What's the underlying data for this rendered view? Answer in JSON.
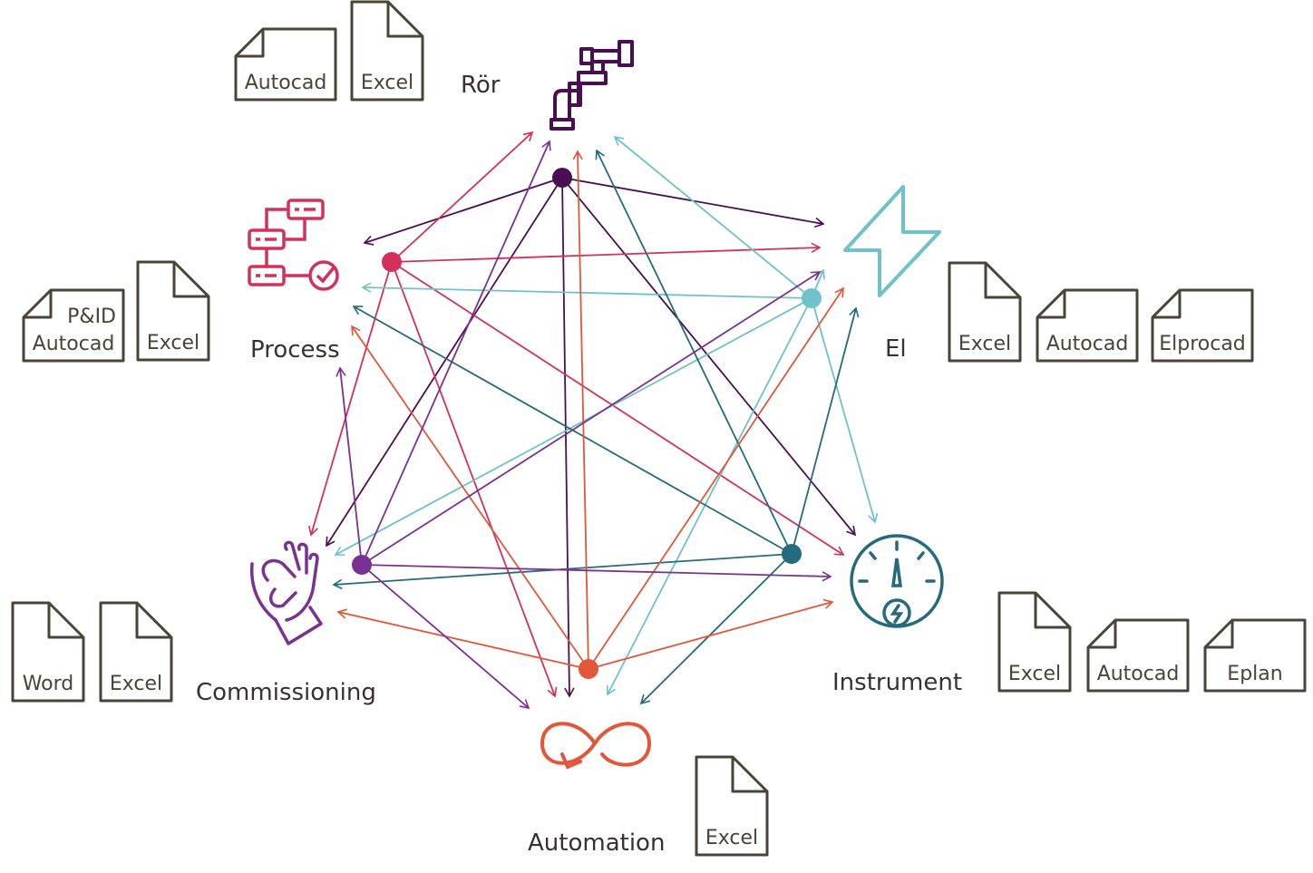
{
  "disciplines": {
    "ror": {
      "label": "Rör",
      "color": "#4a0f52"
    },
    "process": {
      "label": "Process",
      "color": "#d4305c"
    },
    "el": {
      "label": "El",
      "color": "#6fc3c8"
    },
    "instrument": {
      "label": "Instrument",
      "color": "#236b7d"
    },
    "automation": {
      "label": "Automation",
      "color": "#e2573a"
    },
    "commissioning": {
      "label": "Commissioning",
      "color": "#7a3192"
    }
  },
  "label_color": "#3a3030",
  "document_color": "#4a4436",
  "documents": {
    "ror": [
      {
        "text": "Autocad",
        "shape": "folded"
      },
      {
        "text": "Excel",
        "shape": "page"
      }
    ],
    "process": [
      {
        "text": "P&ID",
        "text2": "Autocad",
        "shape": "folded"
      },
      {
        "text": "Excel",
        "shape": "page"
      }
    ],
    "el": [
      {
        "text": "Excel",
        "shape": "page"
      },
      {
        "text": "Autocad",
        "shape": "folded"
      },
      {
        "text": "Elprocad",
        "shape": "folded"
      }
    ],
    "instrument": [
      {
        "text": "Excel",
        "shape": "page"
      },
      {
        "text": "Autocad",
        "shape": "folded"
      },
      {
        "text": "Eplan",
        "shape": "folded"
      }
    ],
    "automation": [
      {
        "text": "Excel",
        "shape": "page"
      }
    ],
    "commissioning": [
      {
        "text": "Word",
        "shape": "page"
      },
      {
        "text": "Excel",
        "shape": "page"
      }
    ]
  },
  "icons": {
    "ror": "pipe-icon",
    "process": "process-flow-icon",
    "el": "lightning-icon",
    "instrument": "gauge-icon",
    "automation": "infinity-loop-icon",
    "commissioning": "ok-hand-icon"
  }
}
